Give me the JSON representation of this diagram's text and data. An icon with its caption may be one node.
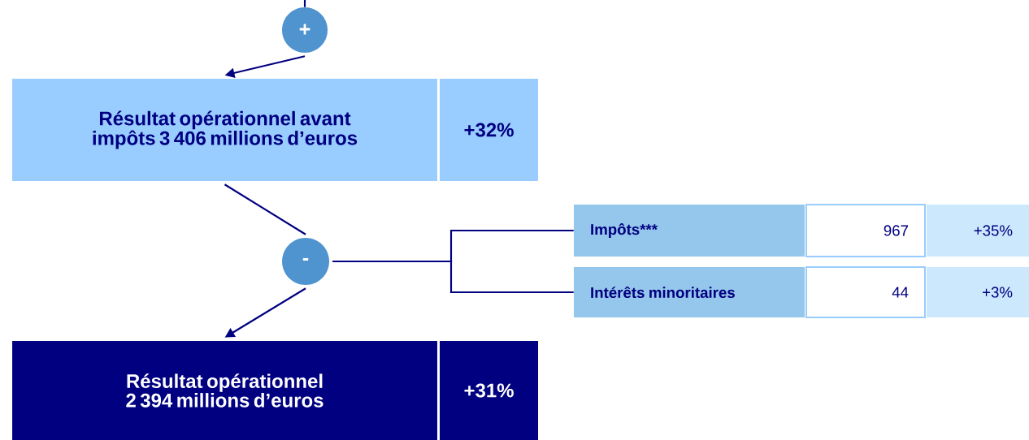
{
  "diagram": {
    "nodes": [
      {
        "text": [
          "+"
        ]
      },
      {
        "text": [
          "Résultat opérationnel avant impôts 3 406 millions d’euros"
        ]
      },
      {
        "text": [
          "+32%"
        ]
      },
      {
        "text": [
          "-"
        ]
      },
      {
        "text": [
          "Impôts***"
        ]
      },
      {
        "text": [
          "967"
        ]
      },
      {
        "text": [
          "+35%"
        ]
      },
      {
        "text": [
          "Intérêts minoritaires"
        ]
      },
      {
        "text": [
          "44"
        ]
      },
      {
        "text": [
          "+3%"
        ]
      },
      {
        "text": [
          "Résultat opérationnel 2 394 millions d’euros"
        ]
      },
      {
        "text": [
          "+31%"
        ]
      }
    ],
    "edges": [
      {
        "from": null,
        "to": 0,
        "arrow": "none"
      },
      {
        "from": 0,
        "to": 1,
        "arrow": "to"
      },
      {
        "from": 1,
        "to": 3,
        "arrow": "none"
      },
      {
        "from": 3,
        "to": 10,
        "arrow": "to"
      },
      {
        "from": 3,
        "to": 4,
        "arrow": "none"
      },
      {
        "from": 3,
        "to": 7,
        "arrow": "none"
      }
    ]
  }
}
